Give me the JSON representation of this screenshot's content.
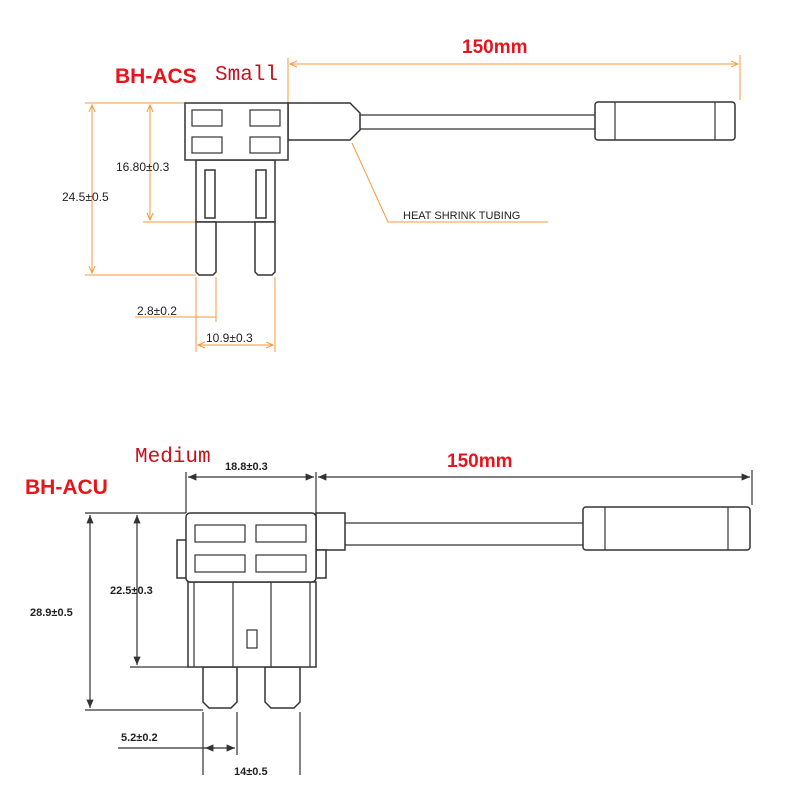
{
  "small": {
    "model": "BH-ACS",
    "size": "Small",
    "cable_length": "150mm",
    "height_total": "24.5±0.5",
    "height_body": "16.80±0.3",
    "blade_width": "2.8±0.2",
    "blade_span": "10.9±0.3",
    "callout": "HEAT SHRINK TUBING"
  },
  "medium": {
    "model": "BH-ACU",
    "size": "Medium",
    "cable_length": "150mm",
    "width": "18.8±0.3",
    "height_total": "28.9±0.5",
    "height_body": "22.5±0.3",
    "blade_width": "5.2±0.2",
    "blade_span": "14±0.5"
  },
  "colors": {
    "dimension": "#f59a3c",
    "title": "#e8141c"
  }
}
